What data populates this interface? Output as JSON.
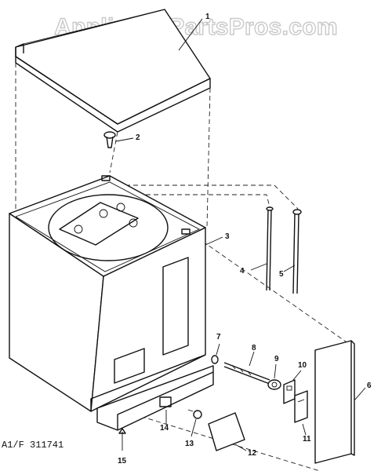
{
  "watermark": "AppliancePartsPros.com",
  "model_label": "A1/F 311741",
  "callouts": {
    "c1": "1",
    "c2": "2",
    "c3": "3",
    "c4": "4",
    "c5": "5",
    "c6": "6",
    "c7": "7",
    "c8": "8",
    "c9": "9",
    "c10": "10",
    "c11": "11",
    "c12": "12",
    "c13": "13",
    "c14": "14",
    "c15": "15"
  }
}
